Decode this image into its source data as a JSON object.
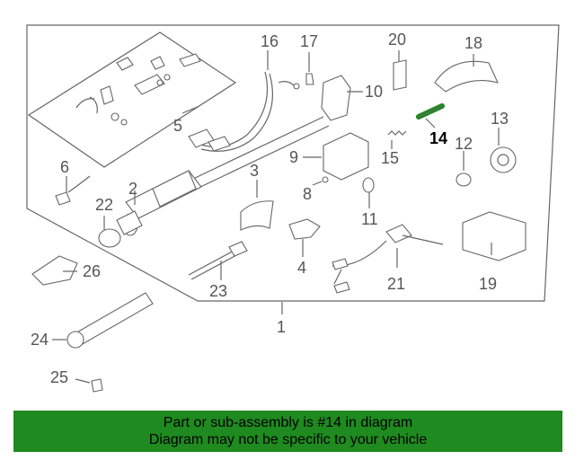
{
  "callouts": {
    "c1": "1",
    "c2": "2",
    "c3": "3",
    "c4": "4",
    "c5": "5",
    "c6": "6",
    "c8": "8",
    "c9": "9",
    "c10": "10",
    "c11": "11",
    "c12": "12",
    "c13": "13",
    "c14": "14",
    "c15": "15",
    "c16": "16",
    "c17": "17",
    "c18": "18",
    "c19": "19",
    "c20": "20",
    "c21": "21",
    "c22": "22",
    "c23": "23",
    "c24": "24",
    "c25": "25",
    "c26": "26"
  },
  "highlighted_part": "14",
  "colors": {
    "highlight": "#1f8a1f",
    "banner_bg": "#1f8a1f",
    "line": "#666666"
  },
  "banner": {
    "line1": "Part or sub-assembly is #14 in diagram",
    "line2": "Diagram may not be specific to your vehicle"
  }
}
